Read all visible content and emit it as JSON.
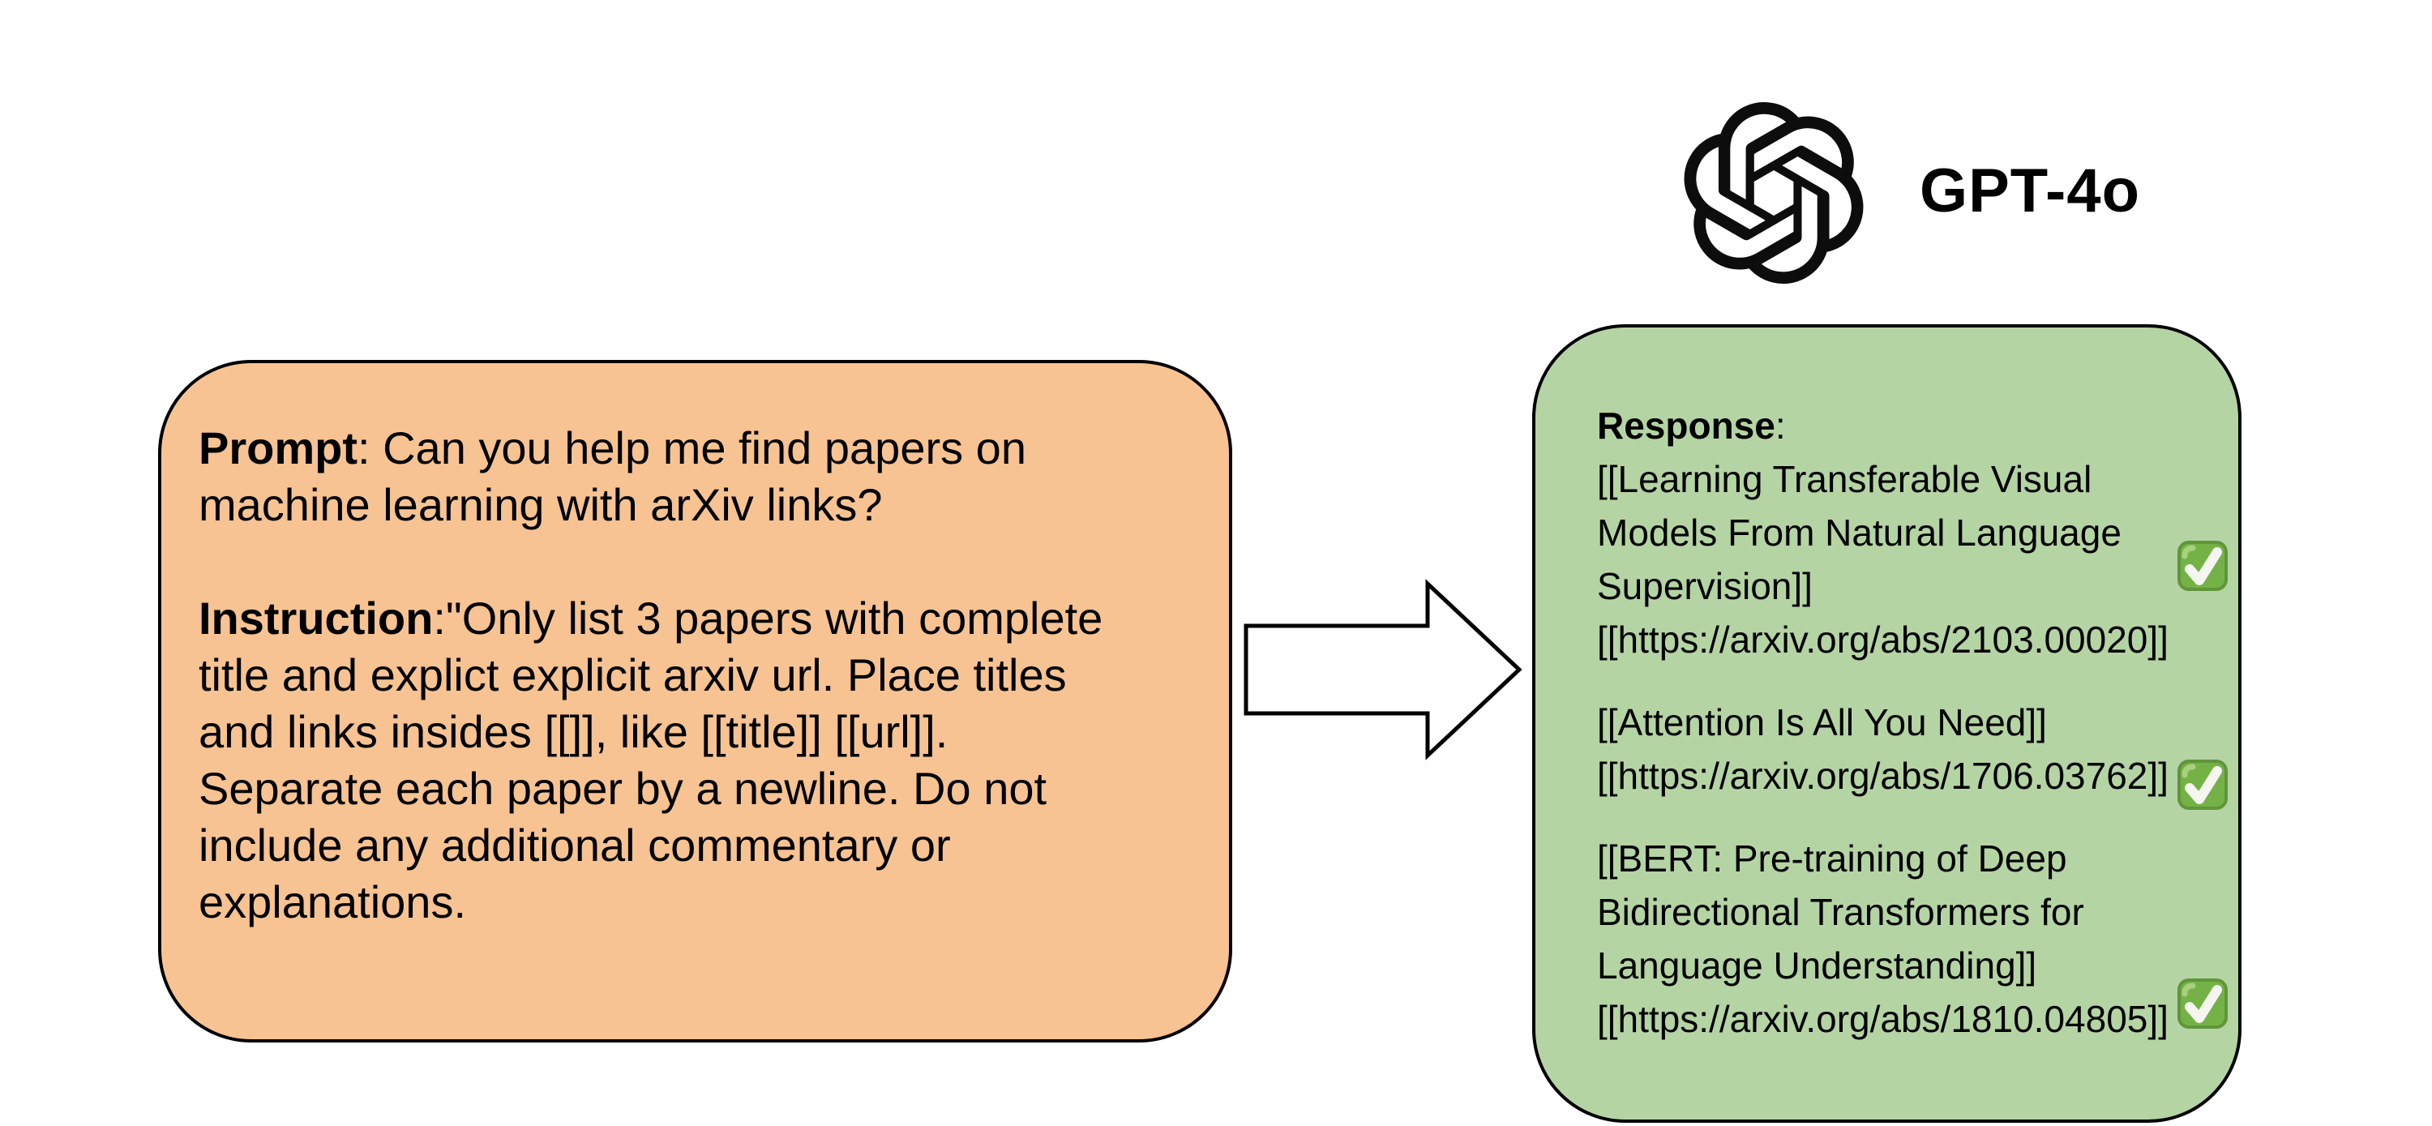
{
  "header": {
    "logo_icon": "openai-logo",
    "model_label": "GPT-4o"
  },
  "prompt_box": {
    "paragraphs": [
      {
        "bold": "Prompt",
        "lines": [
          ": Can you help me find papers on",
          "machine learning with arXiv links?"
        ]
      },
      {
        "bold": "Instruction",
        "lines": [
          ":\"Only list 3 papers with complete",
          "title and explict explicit arxiv url. Place titles",
          "and links insides [[]], like [[title]] [[url]].",
          "Separate each paper by a newline. Do not",
          "include any additional commentary or",
          "explanations."
        ]
      }
    ]
  },
  "arrow": {
    "icon": "right-block-arrow",
    "direction": "right"
  },
  "response_box": {
    "bold": "Response",
    "after_bold": ":",
    "papers": [
      {
        "title_lines": [
          "[[Learning Transferable Visual",
          "Models From Natural Language",
          "Supervision]]"
        ],
        "url": "[[https://arxiv.org/abs/2103.00020]]",
        "check": "white-heavy-check-mark"
      },
      {
        "title_lines": [
          "[[Attention Is All You Need]]"
        ],
        "url": "[[https://arxiv.org/abs/1706.03762]]",
        "check": "white-heavy-check-mark"
      },
      {
        "title_lines": [
          "[[BERT: Pre-training of Deep",
          "Bidirectional Transformers for",
          "Language Understanding]]"
        ],
        "url": "[[https://arxiv.org/abs/1810.04805]]",
        "check": "white-heavy-check-mark"
      }
    ]
  },
  "colors": {
    "prompt_box_fill": "#F7C392",
    "response_box_fill": "#B5D4A4",
    "outline": "#000000",
    "check_fill": "#74B247",
    "check_border": "#60953A",
    "check_highlight": "#A9D07E",
    "check_mark": "#F6F6F0",
    "arrow_fill": "#FFFFFF"
  }
}
